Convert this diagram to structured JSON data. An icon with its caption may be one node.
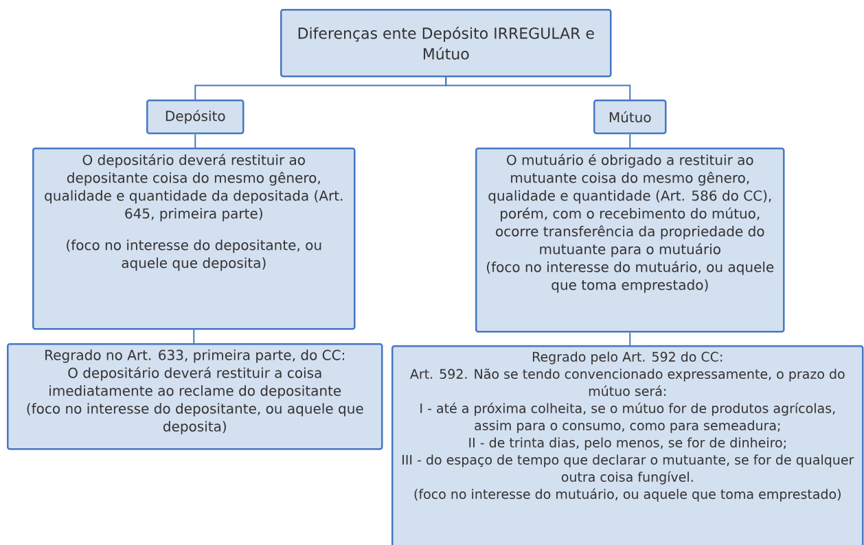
{
  "diagram": {
    "nodes": [
      {
        "text": [
          "Diferenças ente Depósito IRREGULAR e Mútuo"
        ]
      },
      {
        "text": [
          "Depósito"
        ]
      },
      {
        "text": [
          "Mútuo"
        ]
      },
      {
        "text": [
          "O depositário deverá restituir ao depositante coisa do mesmo gênero, qualidade e quantidade da depositada (Art. 645, primeira parte)",
          "(foco no interesse do depositante, ou aquele que deposita)"
        ]
      },
      {
        "text": [
          "O mutuário é obrigado a restituir ao mutuante coisa do mesmo gênero, qualidade e quantidade (Art. 586 do CC), porém, com o recebimento do mútuo, ocorre transferência da propriedade do mutuante para o mutuário",
          "(foco no interesse do mutuário, ou aquele que toma emprestado)"
        ]
      },
      {
        "text": [
          "Regrado no Art. 633, primeira parte, do CC:",
          "O depositário deverá restituir a coisa imediatamente ao reclame do depositante",
          "(foco no interesse do depositante, ou aquele que deposita)"
        ]
      },
      {
        "text": [
          "Regrado pelo Art. 592 do CC:",
          "Art. 592. Não se tendo convencionado expressamente, o prazo do mútuo será:",
          "I - até a próxima colheita, se o mútuo for de produtos agrícolas, assim para o consumo, como para semeadura;",
          "II - de trinta dias, pelo menos, se for de dinheiro;",
          "III - do espaço de tempo que declarar o mutuante, se for de qualquer outra coisa fungível.",
          "(foco no interesse do mutuário, ou aquele que toma emprestado)"
        ]
      }
    ],
    "edges": [
      {
        "from": 0,
        "to": 1,
        "arrow": "none"
      },
      {
        "from": 0,
        "to": 2,
        "arrow": "none"
      },
      {
        "from": 1,
        "to": 3,
        "arrow": "none"
      },
      {
        "from": 3,
        "to": 5,
        "arrow": "none"
      },
      {
        "from": 2,
        "to": 4,
        "arrow": "none"
      },
      {
        "from": 4,
        "to": 6,
        "arrow": "none"
      }
    ]
  }
}
